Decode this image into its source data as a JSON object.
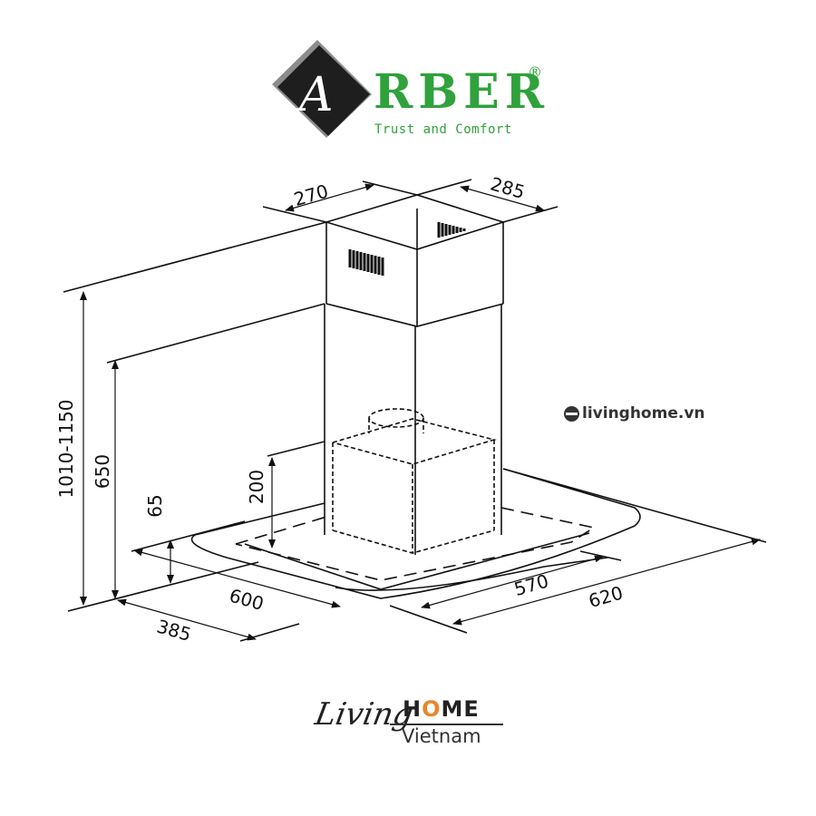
{
  "brand": {
    "logo_letter": "A",
    "name": "RBER",
    "registered": "®",
    "tagline": "Trust and Comfort",
    "color": "#2fa23c"
  },
  "watermark": {
    "text": "livinghome.vn",
    "icon": "livinghome-logo-icon"
  },
  "footer_logo": {
    "script": "Living",
    "home_h": "H",
    "home_o": "O",
    "home_rest": "ME",
    "country": "Vietnam",
    "accent": "#e8862b"
  },
  "dimensions": {
    "chimney_width": "270",
    "chimney_depth": "285",
    "total_height": "1010-1150",
    "chimney_lower_height": "650",
    "motor_height": "200",
    "glass_thickness": "65",
    "inner_width": "600",
    "outer_depth": "385",
    "inner_depth": "570",
    "outer_width": "620"
  }
}
